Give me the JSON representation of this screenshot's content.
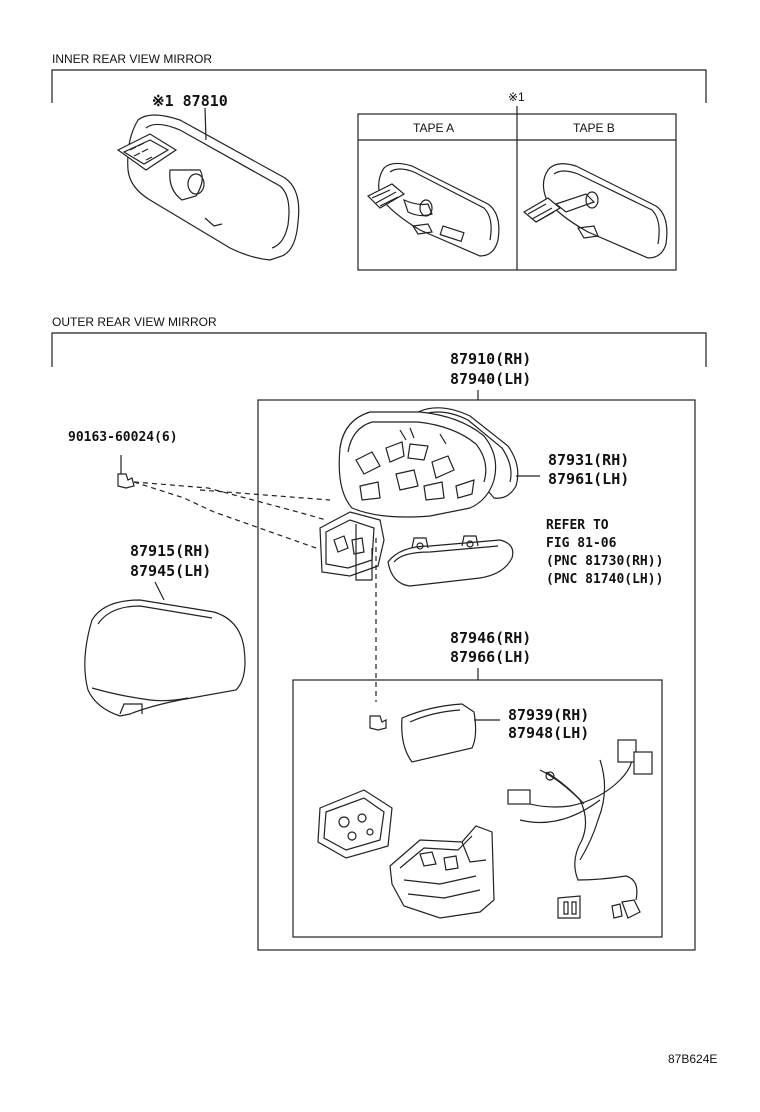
{
  "sections": {
    "inner": "INNER REAR VIEW MIRROR",
    "outer": "OUTER REAR VIEW MIRROR"
  },
  "note_mark": "※1",
  "inner_mirror": {
    "part": "※1 87810",
    "tape_table": {
      "col_a": "TAPE A",
      "col_b": "TAPE B",
      "ref": "※1"
    }
  },
  "outer_mirror": {
    "assembly": [
      "87910(RH)",
      "87940(LH)"
    ],
    "screw": "90163-60024(6)",
    "cover": [
      "87915(RH)",
      "87945(LH)"
    ],
    "mirror_glass": [
      "87931(RH)",
      "87961(LH)"
    ],
    "refer": [
      "REFER TO",
      "FIG 81-06",
      "(PNC 81730(RH))",
      "(PNC 81740(LH))"
    ],
    "sub_assembly": [
      "87946(RH)",
      "87966(LH)"
    ],
    "bracket": [
      "87939(RH)",
      "87948(LH)"
    ]
  },
  "figure_id": "87B624E"
}
